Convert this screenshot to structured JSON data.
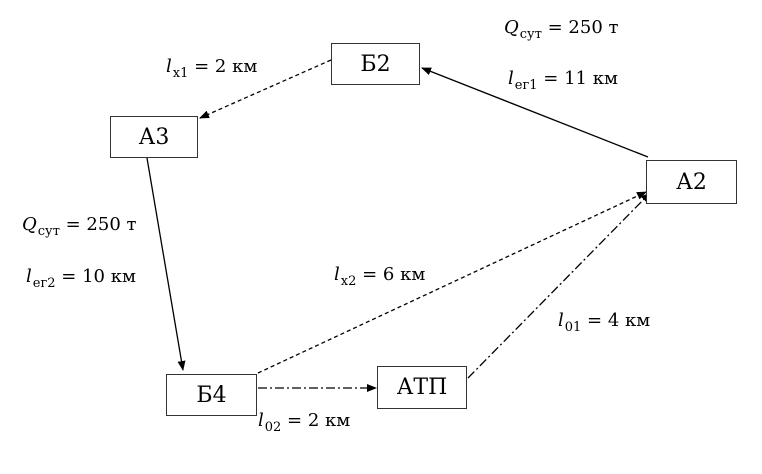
{
  "nodes": {
    "b2": "Б2",
    "a3": "А3",
    "a2": "А2",
    "b4": "Б4",
    "atp": "АТП"
  },
  "labels": {
    "q1": {
      "sym": "Q",
      "sub": "сут",
      "rest": " = 250 т"
    },
    "leg1": {
      "sym": "l",
      "sub": "ег1",
      "rest": " = 11 км"
    },
    "lx1": {
      "sym": "l",
      "sub": "х1",
      "rest": " = 2 км"
    },
    "q2": {
      "sym": "Q",
      "sub": "сут",
      "rest": " = 250 т"
    },
    "leg2": {
      "sym": "l",
      "sub": "ег2",
      "rest": " = 10 км"
    },
    "lx2": {
      "sym": "l",
      "sub": "х2",
      "rest": " = 6 км"
    },
    "l01": {
      "sym": "l",
      "sub": "01",
      "rest": " = 4 км"
    },
    "l02": {
      "sym": "l",
      "sub": "02",
      "rest": " = 2 км"
    }
  }
}
